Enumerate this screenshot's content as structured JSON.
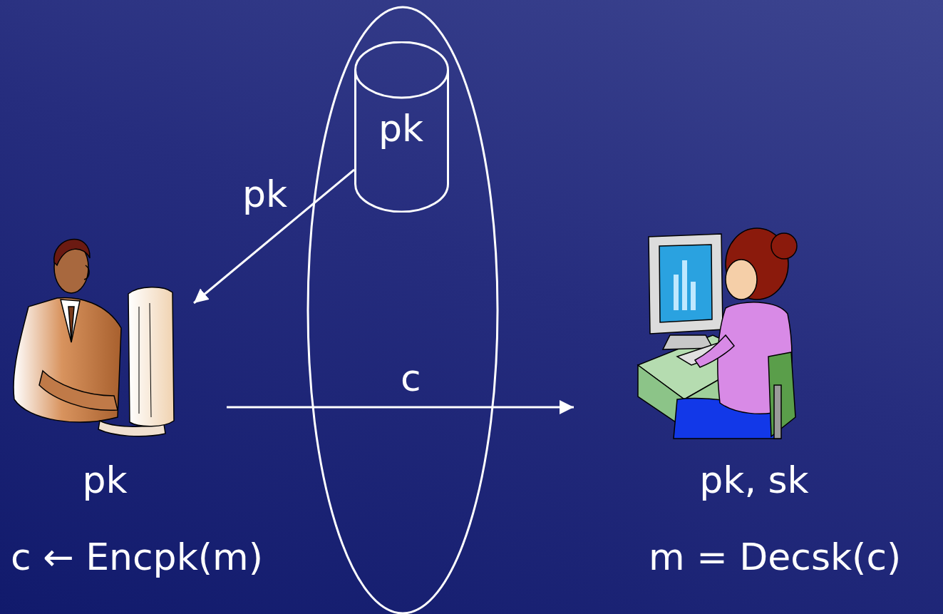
{
  "diagram": {
    "nodes": [
      {
        "text": [
          "pk"
        ]
      },
      {
        "text": [
          "pk",
          "c ← Encpk(m)"
        ]
      },
      {
        "text": [
          "pk, sk",
          "m = Decsk(c)"
        ]
      }
    ],
    "edges": [
      {
        "from": 0,
        "to": 1,
        "arrow": "to",
        "label": "pk"
      },
      {
        "from": 1,
        "to": 2,
        "arrow": "to",
        "label": "c"
      }
    ]
  }
}
